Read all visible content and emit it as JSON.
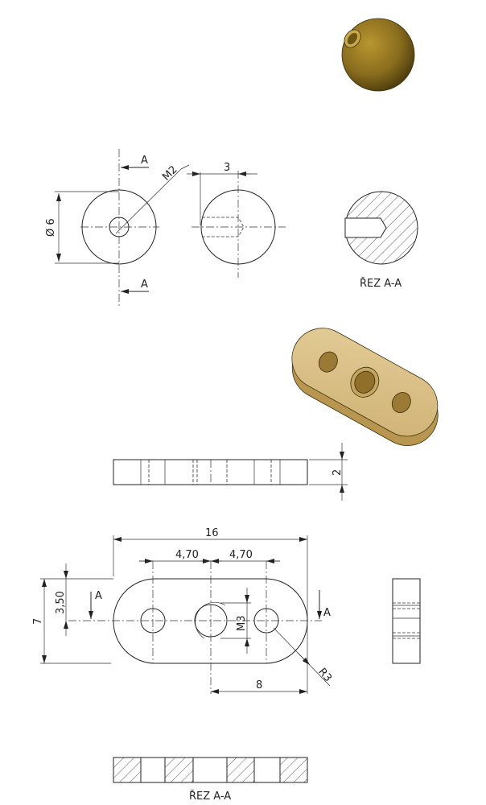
{
  "sheet": {
    "ball": {
      "section_label_top": "A",
      "section_label_bottom": "A",
      "thread": "M2",
      "diameter": "Ø 6",
      "hole_depth": "3",
      "section_title": "ŘEZ A-A"
    },
    "plate": {
      "thickness": "2",
      "length": "16",
      "spacing_left": "4,70",
      "spacing_right": "4,70",
      "width": "7",
      "half_width": "3,50",
      "thread": "M3",
      "radius_offset": "8",
      "radius": "R3",
      "section_left": "A",
      "section_right": "A",
      "section_title": "ŘEZ A-A"
    },
    "colors": {
      "ball": "#8a6d1e",
      "plate_top": "#d8be86",
      "plate_side": "#b8964f"
    }
  }
}
